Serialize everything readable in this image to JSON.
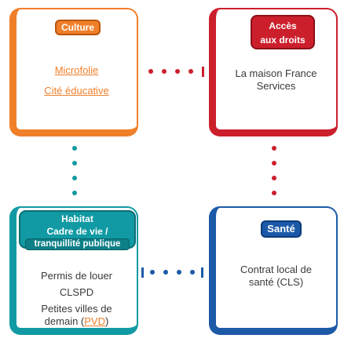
{
  "colors": {
    "culture": "#f07f2a",
    "acces": "#cc1f2c",
    "habitat": "#119aa3",
    "sante": "#1c5aa8"
  },
  "culture": {
    "badge": "Culture",
    "items": [
      "Microfolie",
      "Cité éducative"
    ]
  },
  "acces": {
    "badge_line1": "Accès",
    "badge_line2": "aux droits",
    "body_line1": "La maison France",
    "body_line2": "Services"
  },
  "habitat": {
    "badge_title": "Habitat",
    "badge_line2": "Cadre de vie /",
    "badge_line3": "tranquillité publique",
    "items": [
      "Permis de louer",
      "CLSPD"
    ],
    "pv_line1": "Petites villes de",
    "pv_line2_prefix": "demain (",
    "pv_link": "PVD",
    "pv_line2_suffix": ")"
  },
  "sante": {
    "badge": "Santé",
    "body_line1": "Contrat local de",
    "body_line2": "santé (CLS)"
  }
}
